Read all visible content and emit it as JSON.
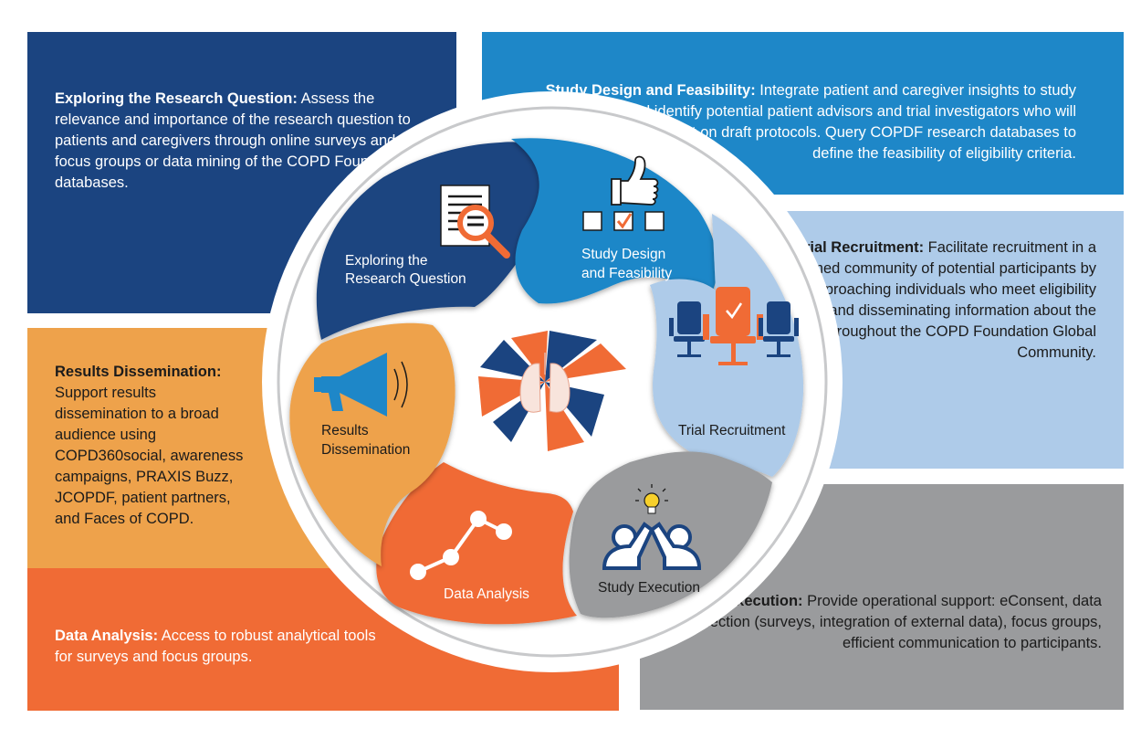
{
  "colors": {
    "explore": "#1b4480",
    "design": "#1e87c8",
    "recruit": "#aecbe9",
    "results": "#eea24b",
    "analysis": "#f06b35",
    "execution": "#9a9b9d"
  },
  "panels": {
    "explore": {
      "title": "Exploring the Research Question:",
      "body": "Assess the relevance and importance of the research question to patients and caregivers through online surveys and focus groups or data mining of the COPD Foundation databases."
    },
    "design": {
      "title": "Study Design and Feasibility:",
      "body": "Integrate patient and caregiver insights to study design and identify potential patient advisors and trial investigators who will review and comment on draft protocols. Query COPDF research databases to define the feasibility of eligibility criteria."
    },
    "recruit": {
      "title": "Trial Recruitment:",
      "body": "Facilitate recruitment in a primed community of potential participants by approaching individuals who meet eligibility criteria and disseminating information about the study throughout the COPD Foundation Global Community."
    },
    "results": {
      "title": "Results Dissemination:",
      "body": "Support results dissemination to a broad audience using COPD360social, awareness campaigns, PRAXIS Buzz, JCOPDF, patient partners, and Faces of COPD."
    },
    "analysis": {
      "title": "Data Analysis:",
      "body": "Access to robust analytical tools for surveys and focus groups."
    },
    "execution": {
      "title": "Study Execution:",
      "body": "Provide operational support: eConsent, data collection (surveys, integration of external data), focus groups, efficient communication to participants."
    }
  },
  "cycle": {
    "explore": [
      "Exploring the",
      "Research Question"
    ],
    "design": [
      "Study Design",
      "and Feasibility"
    ],
    "recruit": "Trial Recruitment",
    "execution": "Study Execution",
    "analysis": "Data Analysis",
    "results": [
      "Results",
      "Dissemination"
    ]
  },
  "icons": {
    "explore": "document-magnifier-icon",
    "design": "thumbs-up-checkbox-icon",
    "recruit": "chairs-icon",
    "execution": "high-five-lightbulb-icon",
    "analysis": "line-graph-icon",
    "results": "megaphone-icon",
    "center": "lungs-pinwheel-icon"
  }
}
